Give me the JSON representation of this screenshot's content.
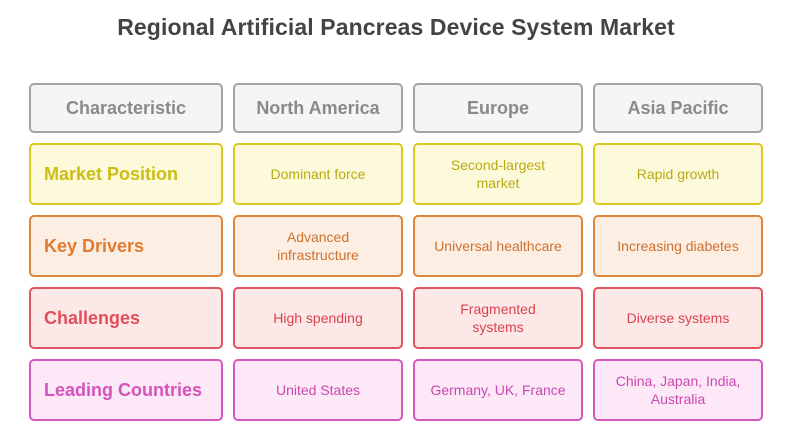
{
  "title": "Regional Artificial Pancreas Device System Market",
  "header": {
    "characteristic": "Characteristic",
    "regions": [
      "North America",
      "Europe",
      "Asia Pacific"
    ]
  },
  "rows": [
    {
      "label": "Market Position",
      "cells": [
        "Dominant force",
        "Second-largest market",
        "Rapid growth"
      ]
    },
    {
      "label": "Key Drivers",
      "cells": [
        "Advanced infrastructure",
        "Universal healthcare",
        "Increasing diabetes"
      ]
    },
    {
      "label": "Challenges",
      "cells": [
        "High spending",
        "Fragmented systems",
        "Diverse systems"
      ]
    },
    {
      "label": "Leading Countries",
      "cells": [
        "United States",
        "Germany, UK, France",
        "China, Japan, India, Australia"
      ]
    }
  ],
  "colors": {
    "header": "#a3a3a3",
    "market_position": "#d9c921",
    "key_drivers": "#e0863a",
    "challenges": "#e05560",
    "leading_countries": "#d659c0"
  }
}
